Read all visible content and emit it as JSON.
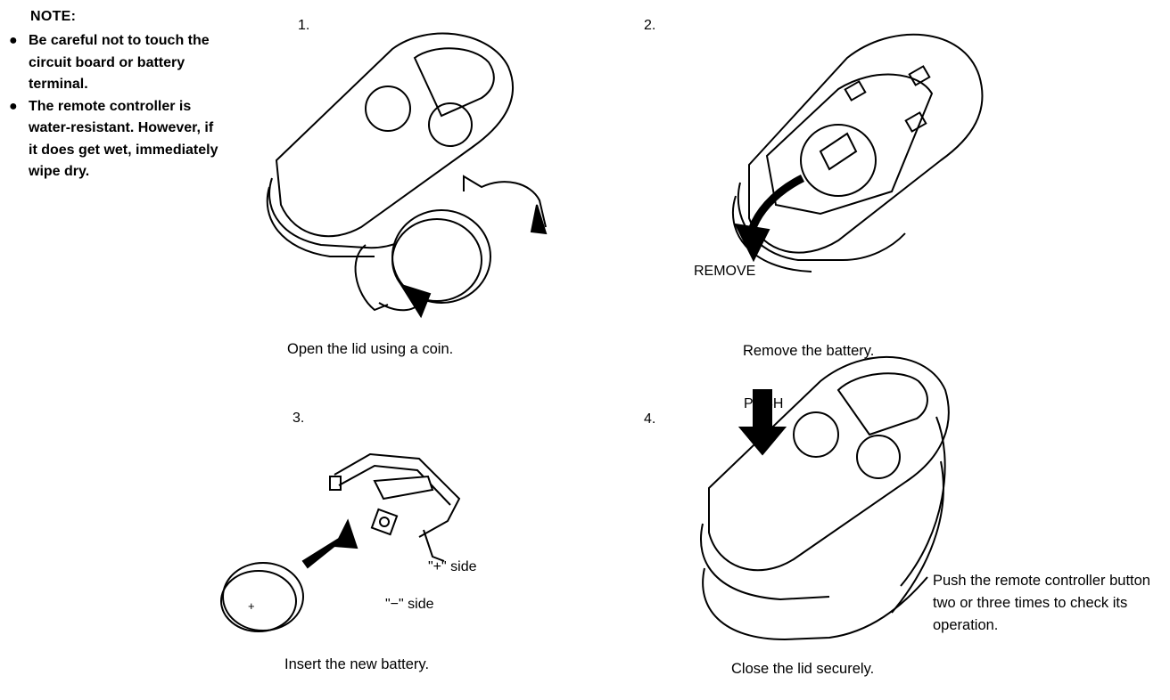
{
  "note": {
    "title": "NOTE:",
    "items": [
      "Be careful not to touch the circuit board or battery terminal.",
      "The remote controller is water-resistant. However, if it does get wet, immediately wipe dry."
    ]
  },
  "steps": [
    {
      "number": "1.",
      "caption": "Open the lid using a coin."
    },
    {
      "number": "2.",
      "caption": "Remove the battery.",
      "label": "REMOVE"
    },
    {
      "number": "3.",
      "caption": "Insert the new battery.",
      "plus_label": "\"+\" side",
      "minus_label": "\"−\" side"
    },
    {
      "number": "4.",
      "caption": "Close the lid securely.",
      "label": "PUSH"
    }
  ],
  "step4_note": "Push the remote controller button two or three times to check its operation."
}
